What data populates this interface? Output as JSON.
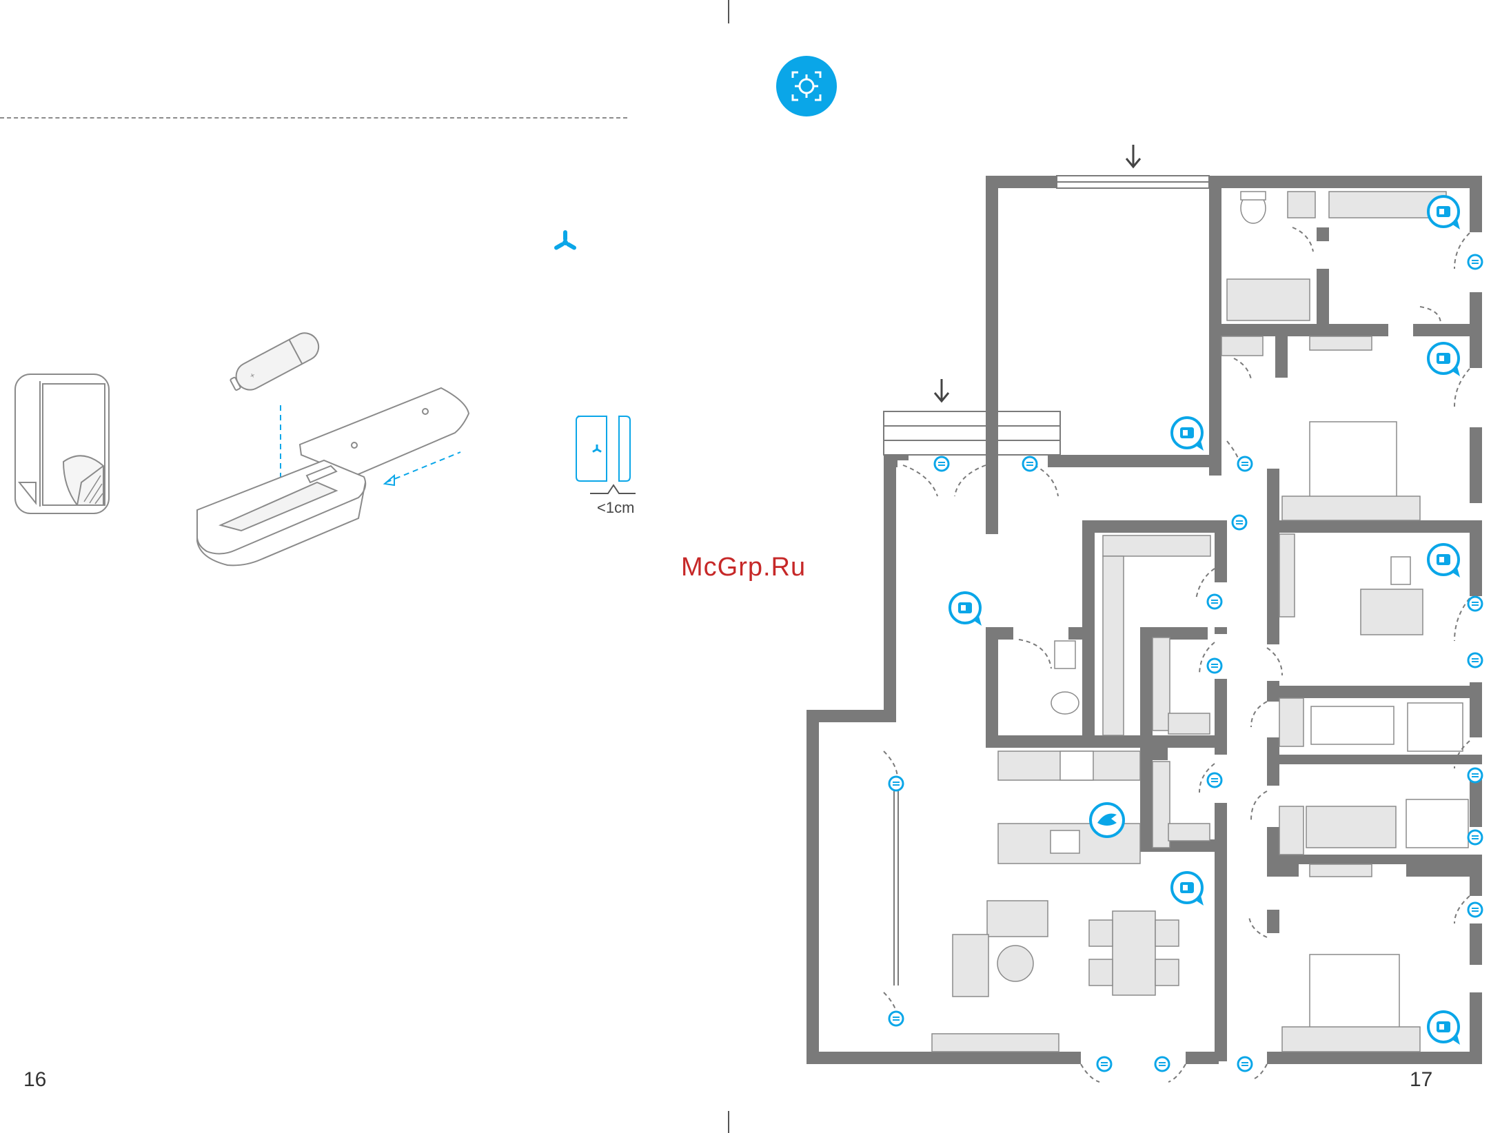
{
  "left_page": {
    "page_number": "16",
    "dimension_label": "<1cm"
  },
  "right_page": {
    "page_number": "17"
  },
  "watermark": "McGrp.Ru",
  "colors": {
    "accent": "#0aa6e8",
    "wall": "#7a7a7a",
    "furniture": "#e6e6e6",
    "line": "#888888"
  },
  "icons": {
    "header": "target-icon",
    "adhesive": "adhesive-sticker-icon",
    "install": "battery-install-icon",
    "sensor": "door-window-sensor-icon",
    "pair": "pairing-icon",
    "camera": "camera-sensor-icon",
    "gateway": "gateway-icon",
    "entry": "entrance-arrow-icon"
  }
}
